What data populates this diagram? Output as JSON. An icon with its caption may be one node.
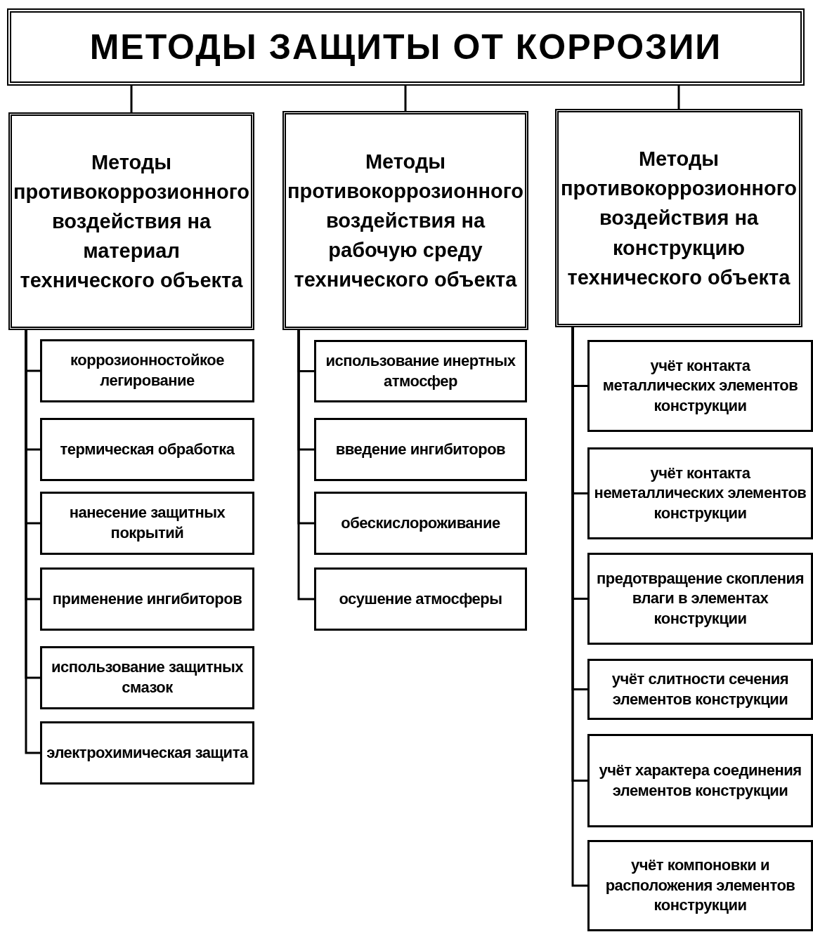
{
  "diagram": {
    "nodes": [
      {
        "text": [
          "МЕТОДЫ ЗАЩИТЫ ОТ КОРРОЗИИ"
        ]
      },
      {
        "text": [
          "Методы противокоррозионного воздействия на материал технического объекта"
        ]
      },
      {
        "text": [
          "коррозионностойкое легирование"
        ]
      },
      {
        "text": [
          "термическая обработка"
        ]
      },
      {
        "text": [
          "нанесение защитных покрытий"
        ]
      },
      {
        "text": [
          "применение ингибиторов"
        ]
      },
      {
        "text": [
          "использование защитных смазок"
        ]
      },
      {
        "text": [
          "электрохимическая защита"
        ]
      },
      {
        "text": [
          "Методы противокоррозионного воздействия на рабочую среду технического объекта"
        ]
      },
      {
        "text": [
          "использование инертных атмосфер"
        ]
      },
      {
        "text": [
          "введение ингибиторов"
        ]
      },
      {
        "text": [
          "обескислороживание"
        ]
      },
      {
        "text": [
          "осушение атмосферы"
        ]
      },
      {
        "text": [
          "Методы противокоррозионного воздействия на конструкцию технического объекта"
        ]
      },
      {
        "text": [
          "учёт контакта металлических элементов конструкции"
        ]
      },
      {
        "text": [
          "учёт контакта неметаллических элементов конструкции"
        ]
      },
      {
        "text": [
          "предотвращение скопления влаги в элементах конструкции"
        ]
      },
      {
        "text": [
          "учёт слитности сечения элементов конструкции"
        ]
      },
      {
        "text": [
          "учёт характера соединения элементов конструкции"
        ]
      },
      {
        "text": [
          "учёт компоновки и расположения элементов конструкции"
        ]
      }
    ],
    "edges": [
      {
        "from": 0,
        "to": 1,
        "arrow": "none"
      },
      {
        "from": 0,
        "to": 8,
        "arrow": "none"
      },
      {
        "from": 0,
        "to": 13,
        "arrow": "none"
      },
      {
        "from": 1,
        "to": 2,
        "arrow": "none"
      },
      {
        "from": 1,
        "to": 3,
        "arrow": "none"
      },
      {
        "from": 1,
        "to": 4,
        "arrow": "none"
      },
      {
        "from": 1,
        "to": 5,
        "arrow": "none"
      },
      {
        "from": 1,
        "to": 6,
        "arrow": "none"
      },
      {
        "from": 1,
        "to": 7,
        "arrow": "none"
      },
      {
        "from": 8,
        "to": 9,
        "arrow": "none"
      },
      {
        "from": 8,
        "to": 10,
        "arrow": "none"
      },
      {
        "from": 8,
        "to": 11,
        "arrow": "none"
      },
      {
        "from": 8,
        "to": 12,
        "arrow": "none"
      },
      {
        "from": 13,
        "to": 14,
        "arrow": "none"
      },
      {
        "from": 13,
        "to": 15,
        "arrow": "none"
      },
      {
        "from": 13,
        "to": 16,
        "arrow": "none"
      },
      {
        "from": 13,
        "to": 17,
        "arrow": "none"
      },
      {
        "from": 13,
        "to": 18,
        "arrow": "none"
      },
      {
        "from": 13,
        "to": 19,
        "arrow": "none"
      }
    ]
  }
}
